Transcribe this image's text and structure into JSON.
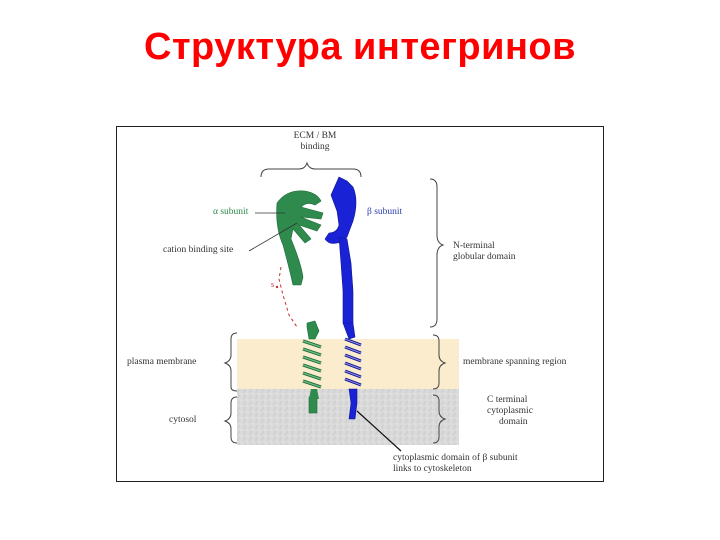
{
  "title": "Структура интегринов",
  "diagram": {
    "labels": {
      "ecm_binding_line1": "ECM / BM",
      "ecm_binding_line2": "binding",
      "alpha_subunit": "α subunit",
      "beta_subunit": "β subunit",
      "cation_binding_site": "cation binding site",
      "disulfide": "s",
      "n_terminal_line1": "N-terminal",
      "n_terminal_line2": "globular domain",
      "plasma_membrane": "plasma membrane",
      "membrane_spanning_region": "membrane spanning region",
      "cytosol": "cytosol",
      "c_terminal_line1": "C terminal",
      "c_terminal_line2": "cytoplasmic",
      "c_terminal_line3": "domain",
      "cytoplasmic_link_line1": "cytoplasmic domain of",
      "cytoplasmic_link_beta": "β subunit",
      "cytoplasmic_link_line2": "links to cytoskeleton"
    },
    "colors": {
      "alpha": "#2f8a4e",
      "beta": "#1a22d6",
      "membrane": "#fbeccd",
      "cytosol": "#d9d9d9"
    }
  }
}
